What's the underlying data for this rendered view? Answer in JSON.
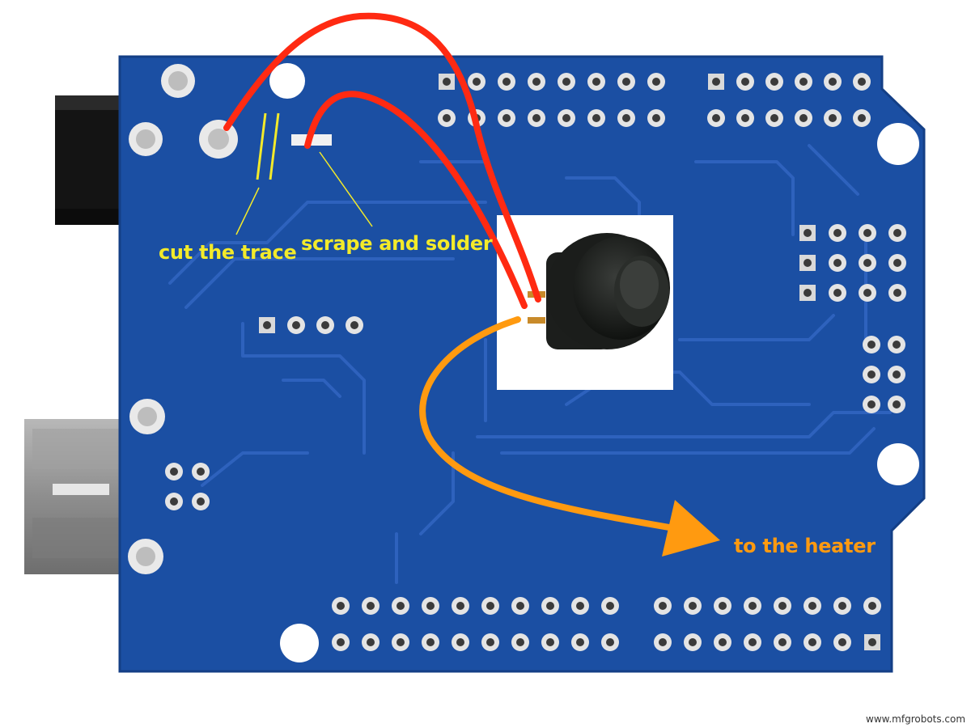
{
  "annotations": {
    "cut_trace": "cut the trace",
    "scrape_solder": "scrape and solder",
    "to_heater": "to the heater"
  },
  "watermark": "www.mfgrobots.com",
  "colors": {
    "board": "#1b4fa3",
    "trace": "#2a5db5",
    "wire_red": "#ff2a12",
    "wire_orange": "#ff9a10",
    "label_yellow": "#f3ea2a"
  }
}
